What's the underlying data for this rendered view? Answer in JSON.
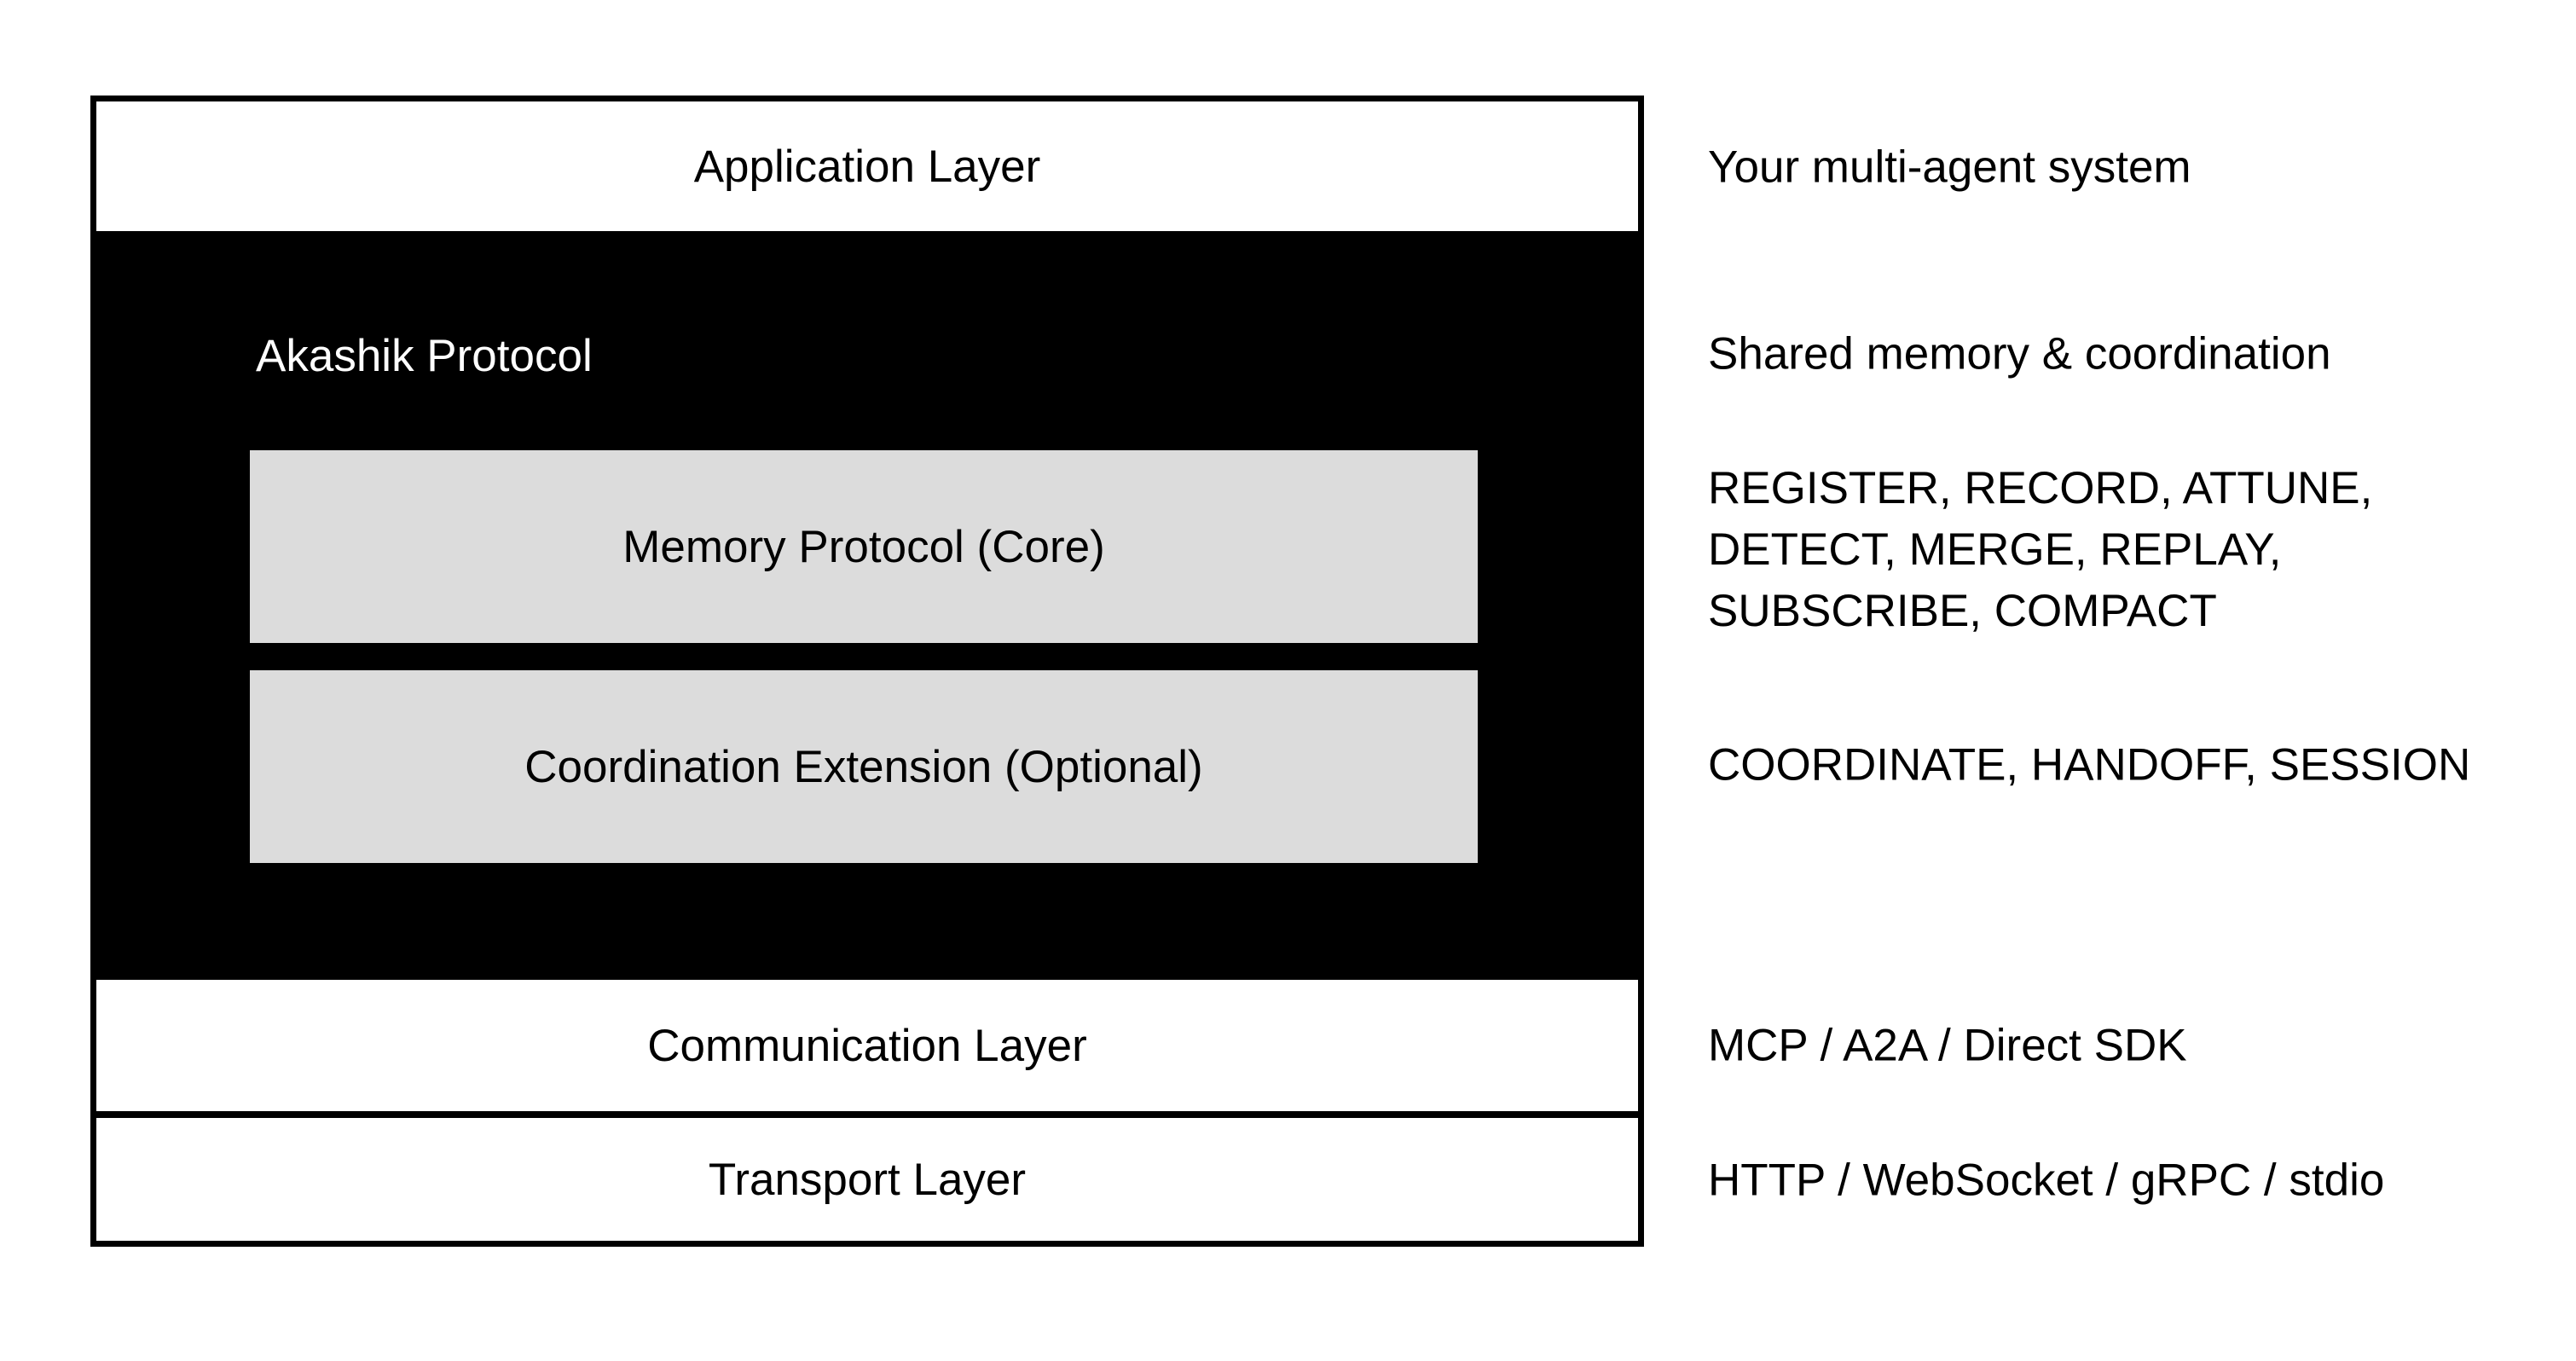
{
  "diagram": {
    "layers": {
      "application": {
        "label": "Application Layer",
        "annotation": "Your multi-agent system"
      },
      "akashik": {
        "label": "Akashik Protocol",
        "annotation": "Shared memory & coordination",
        "memory": {
          "label": "Memory Protocol (Core)",
          "annotation_lines": {
            "0": "REGISTER, RECORD, ATTUNE,",
            "1": "DETECT, MERGE, REPLAY,",
            "2": "SUBSCRIBE, COMPACT"
          }
        },
        "coordination": {
          "label": "Coordination Extension (Optional)",
          "annotation": "COORDINATE, HANDOFF, SESSION"
        }
      },
      "communication": {
        "label": "Communication Layer",
        "annotation": "MCP / A2A / Direct SDK"
      },
      "transport": {
        "label": "Transport Layer",
        "annotation": "HTTP / WebSocket / gRPC / stdio"
      }
    },
    "colors": {
      "black": "#000000",
      "white": "#ffffff",
      "inner_box_gray": "#dcdcdc"
    }
  }
}
